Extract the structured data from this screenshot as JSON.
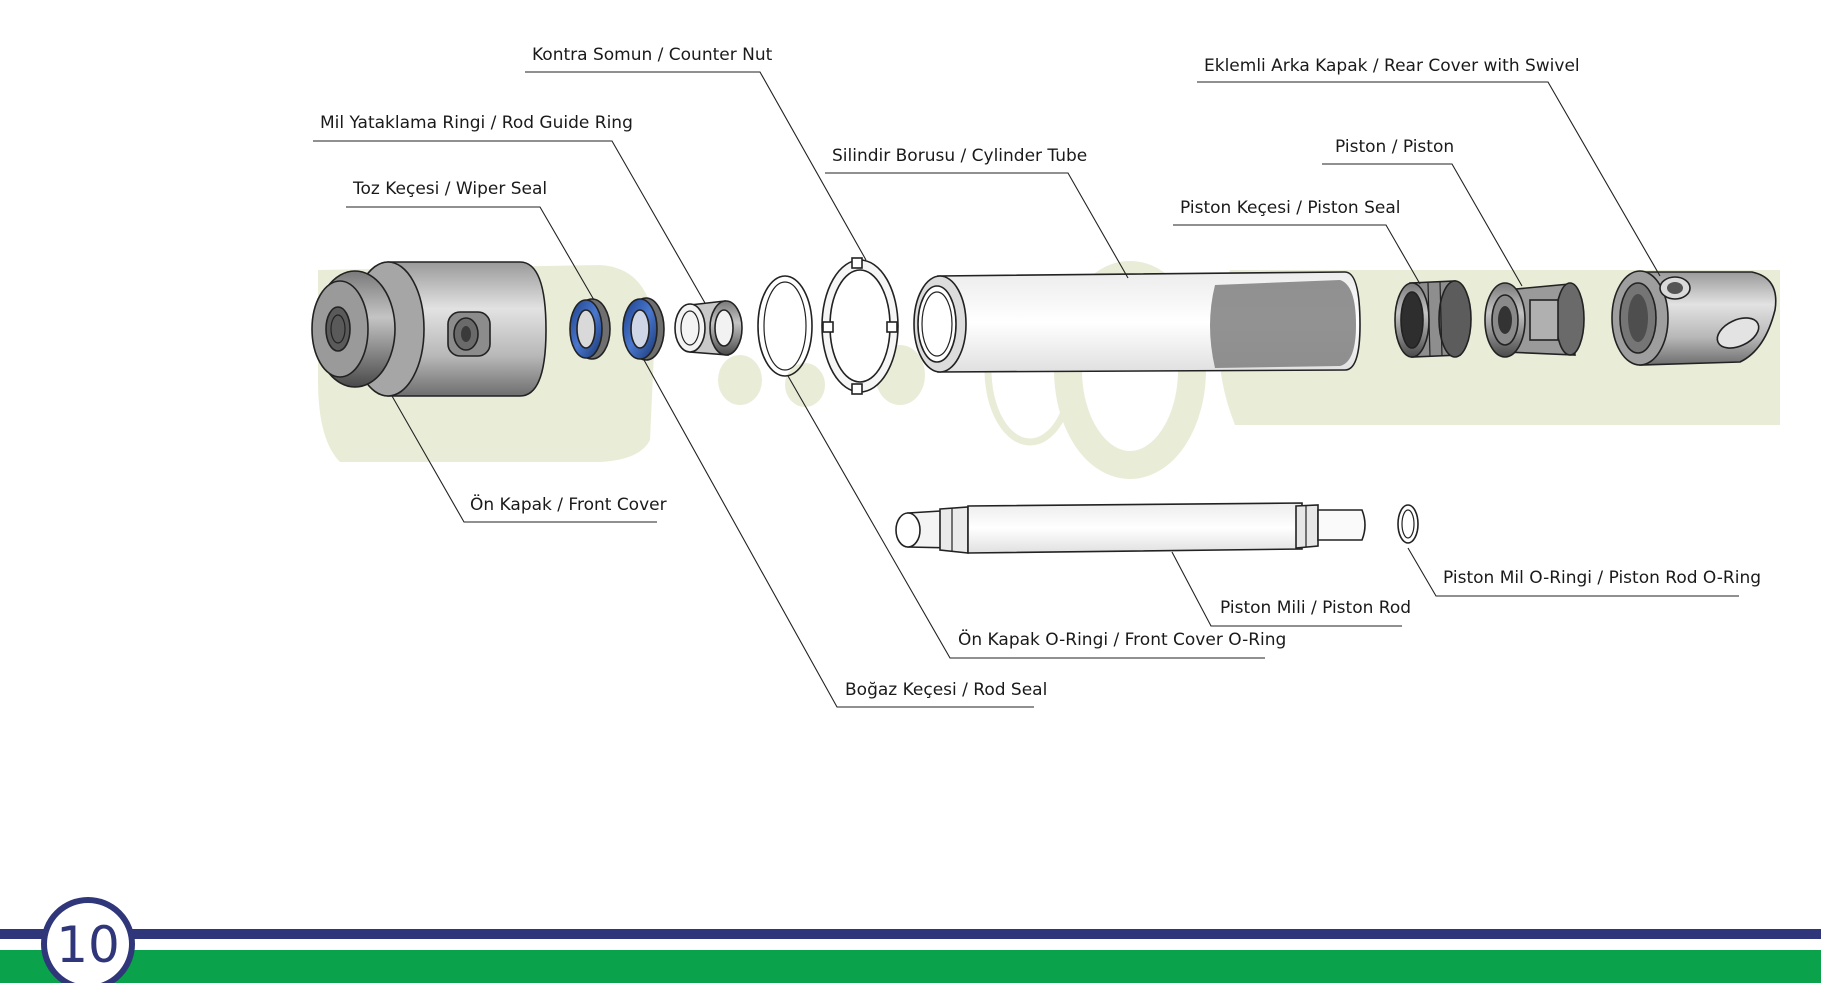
{
  "labels": {
    "counter_nut": "Kontra Somun / Counter Nut",
    "rear_cover": "Eklemli Arka Kapak / Rear Cover with Swivel",
    "rod_guide_ring": "Mil Yataklama Ringi / Rod Guide Ring",
    "cylinder_tube": "Silindir Borusu / Cylinder Tube",
    "piston": "Piston / Piston",
    "wiper_seal": "Toz Keçesi / Wiper Seal",
    "piston_seal": "Piston Keçesi / Piston Seal",
    "front_cover": "Ön Kapak / Front Cover",
    "piston_rod_oring": "Piston Mil O-Ringi / Piston Rod O-Ring",
    "piston_rod": "Piston Mili / Piston Rod",
    "front_cover_oring": "Ön Kapak O-Ringi / Front Cover O-Ring",
    "rod_seal": "Boğaz Keçesi / Rod Seal"
  },
  "footer": {
    "page_number": "10"
  },
  "colors": {
    "navy_band": "#2f3679",
    "green_band": "#0aa24a",
    "watermark": "#e9edd8",
    "seal_blue": "#2a55a8",
    "metal_light": "#d4d4d4",
    "metal_dark": "#6e6e6e"
  }
}
